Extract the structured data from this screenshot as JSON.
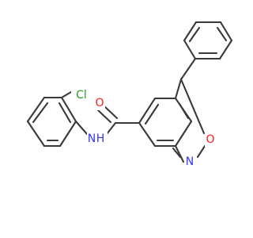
{
  "atoms": [
    {
      "id": "cl",
      "symbol": "Cl",
      "color": "#2e9a2e"
    },
    {
      "id": "o_carbonyl",
      "symbol": "O",
      "color": "#ff1a1a"
    },
    {
      "id": "nh",
      "symbol": "N",
      "h": "H",
      "color": "#3535ff"
    },
    {
      "id": "o_ring",
      "symbol": "O",
      "color": "#ff1a1a"
    },
    {
      "id": "n_ring",
      "symbol": "N",
      "color": "#3535ff"
    }
  ]
}
